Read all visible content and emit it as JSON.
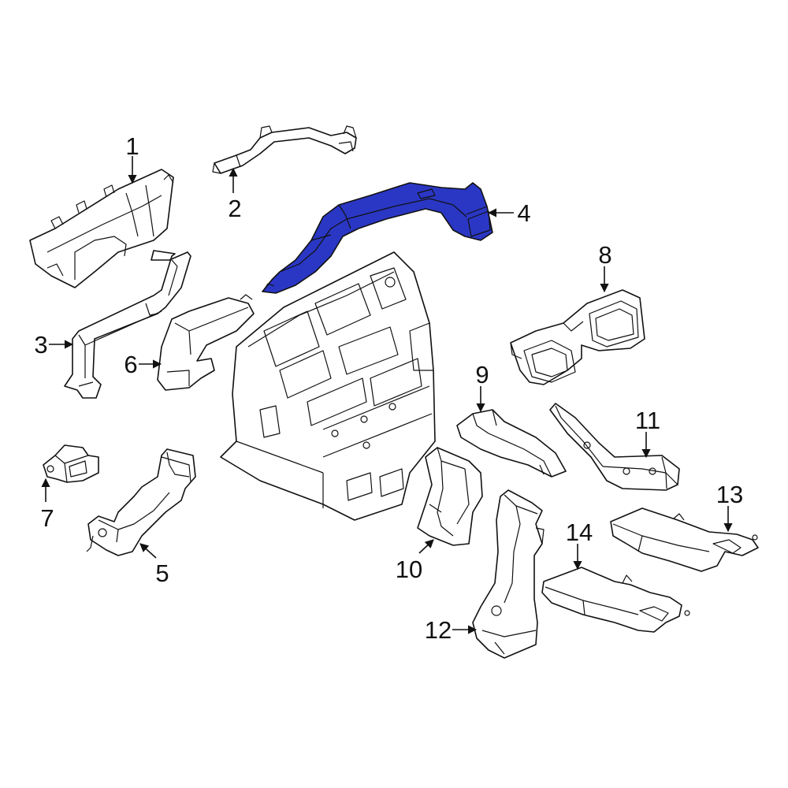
{
  "colors": {
    "highlight": "#2a37c4",
    "line": "#111111",
    "background": "#ffffff"
  },
  "callouts": [
    {
      "id": 1,
      "label": "1"
    },
    {
      "id": 2,
      "label": "2"
    },
    {
      "id": 3,
      "label": "3"
    },
    {
      "id": 4,
      "label": "4"
    },
    {
      "id": 5,
      "label": "5"
    },
    {
      "id": 6,
      "label": "6"
    },
    {
      "id": 7,
      "label": "7"
    },
    {
      "id": 8,
      "label": "8"
    },
    {
      "id": 9,
      "label": "9"
    },
    {
      "id": 10,
      "label": "10"
    },
    {
      "id": 11,
      "label": "11"
    },
    {
      "id": 12,
      "label": "12"
    },
    {
      "id": 13,
      "label": "13"
    },
    {
      "id": 14,
      "label": "14"
    }
  ],
  "highlighted_part": "4"
}
